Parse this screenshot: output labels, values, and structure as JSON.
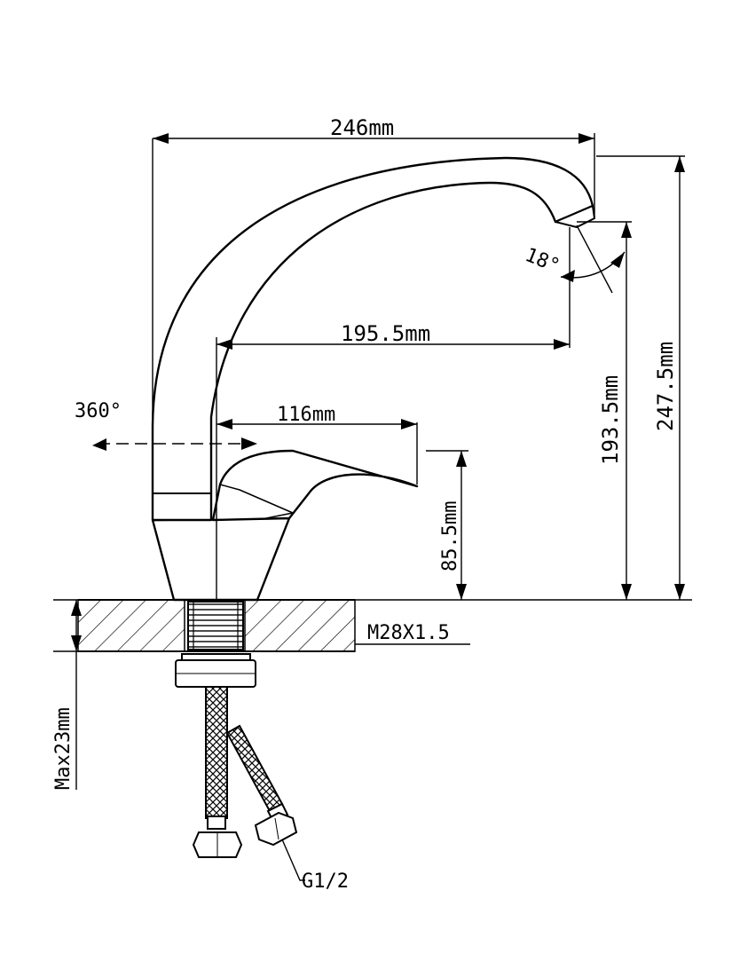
{
  "diagram": {
    "title": "",
    "colors": {
      "ink": "#000000",
      "paper": "#ffffff",
      "hatch": "#000000"
    },
    "dimensions": {
      "total_reach": "246mm",
      "spout_reach": "195.5mm",
      "handle_reach": "116mm",
      "handle_height": "85.5mm",
      "spout_height": "193.5mm",
      "total_height": "247.5mm",
      "max_thickness": "Max23mm",
      "spout_angle": "18°",
      "rotation": "360°"
    },
    "callouts": {
      "mount_thread": "M28X1.5",
      "hose_thread": "G1/2"
    }
  }
}
